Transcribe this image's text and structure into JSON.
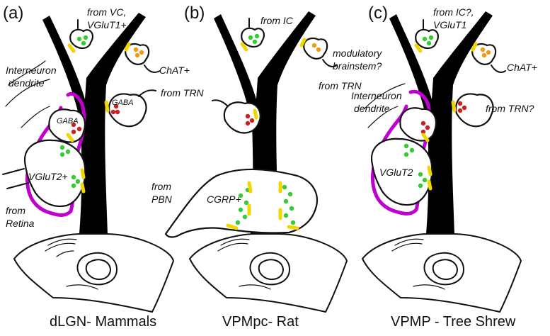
{
  "colors": {
    "dendrite": "#000000",
    "glutamate": "#33cc33",
    "gaba": "#cc1f1f",
    "cholinergic": "#f39c12",
    "synapse": "#f2d600",
    "interneuron": "#c000d0"
  },
  "panels": [
    {
      "letter": "(a)",
      "caption": "dLGN- Mammals",
      "labels": {
        "top": "from VC,",
        "top2": "VGluT1+",
        "right1": "ChAT+",
        "right2": "from TRN",
        "gaba_a": "GABA",
        "gaba_b": "GABA",
        "interneuron1": "Interneuron",
        "interneuron2": "dendrite",
        "vglut": "VGluT2+",
        "retina1": "from",
        "retina2": "Retina"
      }
    },
    {
      "letter": "(b)",
      "caption": "VPMpc- Rat",
      "labels": {
        "top": "from IC",
        "right1": "modulatory",
        "right2": "brainstem?",
        "right3": "from TRN",
        "pbn1": "from",
        "pbn2": "PBN",
        "cgrp": "CGRP+"
      }
    },
    {
      "letter": "(c)",
      "caption": "VPMP - Tree Shrew",
      "labels": {
        "top": "from IC?,",
        "top2": "VGluT1",
        "right1": "ChAT+",
        "right2": "from TRN?",
        "interneuron1": "Interneuron",
        "interneuron2": "dendrite",
        "vglut": "VGluT2"
      }
    }
  ]
}
